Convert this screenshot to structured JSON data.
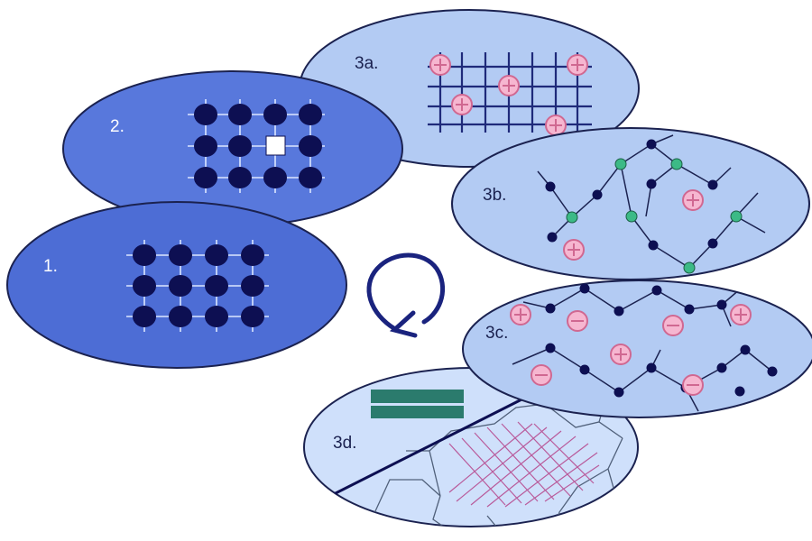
{
  "diagram": {
    "panels": [
      {
        "id": "p1",
        "label": "1."
      },
      {
        "id": "p2",
        "label": "2."
      },
      {
        "id": "p3a",
        "label": "3a."
      },
      {
        "id": "p3b",
        "label": "3b."
      },
      {
        "id": "p3c",
        "label": "3c."
      },
      {
        "id": "p3d",
        "label": "3d."
      }
    ],
    "icons": {
      "atom": "dark-atom-icon",
      "vacancy": "vacancy-icon",
      "plus_ion": "plus-ion-icon",
      "minus_ion": "minus-ion-icon",
      "green_node": "green-node-icon",
      "cycle_arrow": "cycle-arrow-icon",
      "coating_bar": "coating-bar-icon"
    },
    "colors": {
      "panel_dark": "#4f6fd6",
      "panel_light": "#b3cbf3",
      "panel_pale": "#cfe0fb",
      "atom": "#0d0f52",
      "ion_fill": "#f6b6d0",
      "ion_stroke": "#d06891",
      "green_node": "#3cba86",
      "coating": "#2b7b6d",
      "mesh": "#b95b9b",
      "arrow": "#1a237e"
    }
  }
}
